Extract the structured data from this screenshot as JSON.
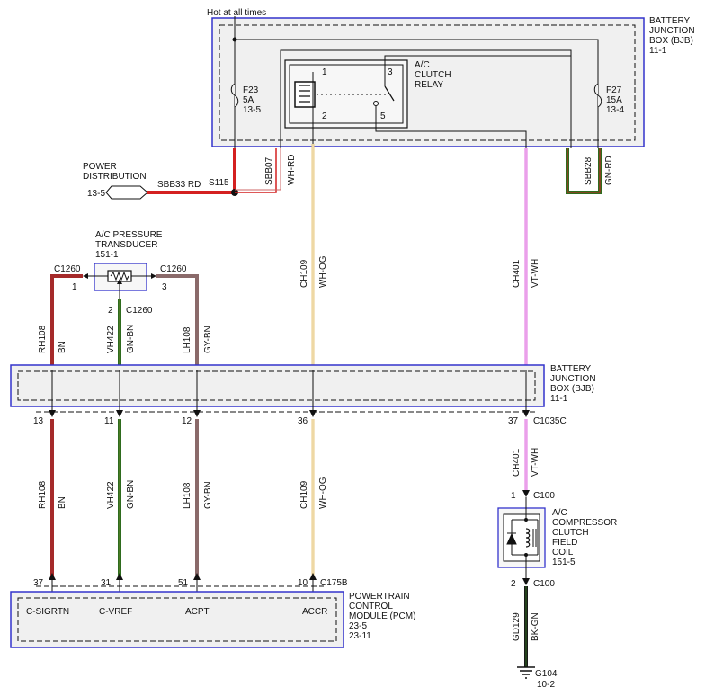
{
  "hot_label": "Hot at all times",
  "bjb_top": [
    "BATTERY",
    "JUNCTION",
    "BOX (BJB)",
    "11-1"
  ],
  "bjb_mid": [
    "BATTERY",
    "JUNCTION",
    "BOX (BJB)",
    "11-1"
  ],
  "fuse_f23": [
    "F23",
    "5A",
    "13-5"
  ],
  "fuse_f27": [
    "F27",
    "15A",
    "13-4"
  ],
  "relay": {
    "label": [
      "A/C",
      "CLUTCH",
      "RELAY"
    ],
    "pin1": "1",
    "pin2": "2",
    "pin3": "3",
    "pin5": "5"
  },
  "power_distribution": {
    "label": [
      "POWER",
      "DISTRIBUTION"
    ],
    "ref": "13-5",
    "circuit": "SBB33",
    "color": "RD",
    "splice": "S115"
  },
  "top_circuits": {
    "sbb07": "SBB07",
    "sbb07_color": "WH-RD",
    "sbb28": "SBB28",
    "sbb28_color": "GN-RD"
  },
  "transducer": {
    "label": [
      "A/C PRESSURE",
      "TRANSDUCER",
      "151-1"
    ],
    "conn_left": "C1260",
    "pin_left": "1",
    "conn_right": "C1260",
    "pin_right": "3",
    "pin_bottom": "2",
    "conn_bottom": "C1260"
  },
  "wires": {
    "rh108": "RH108",
    "bn": "BN",
    "vh422": "VH422",
    "gn_bn": "GN-BN",
    "lh108": "LH108",
    "gy_bn": "GY-BN",
    "ch109": "CH109",
    "wh_og": "WH-OG",
    "ch401": "CH401",
    "vt_wh": "VT-WH",
    "gd129": "GD129",
    "bk_gn": "BK-GN"
  },
  "bjb_pins": {
    "p13": "13",
    "p11": "11",
    "p12": "12",
    "p36": "36",
    "p37": "37",
    "conn": "C1035C"
  },
  "coil": {
    "label": [
      "A/C",
      "COMPRESSOR",
      "CLUTCH",
      "FIELD",
      "COIL",
      "151-5"
    ],
    "pin1": "1",
    "pin2": "2",
    "conn": "C100"
  },
  "pcm": {
    "label": [
      "POWERTRAIN",
      "CONTROL",
      "MODULE (PCM)",
      "23-5",
      "23-11"
    ],
    "pins": [
      "37",
      "31",
      "51",
      "10"
    ],
    "conn": "C175B",
    "signals": [
      "C-SIGRTN",
      "C-VREF",
      "ACPT",
      "ACCR"
    ]
  },
  "ground": {
    "name": "G104",
    "ref": "10-2"
  },
  "colors": {
    "red": "#d42020",
    "red_dark": "#a52a2a",
    "green_dark": "#2e6b1e",
    "green": "#4a8a2a",
    "gray_brown": "#8a6a6a",
    "wh_og": "#e8c880",
    "violet": "#e070e0",
    "box_blue": "#3333cc",
    "black": "#111111"
  }
}
